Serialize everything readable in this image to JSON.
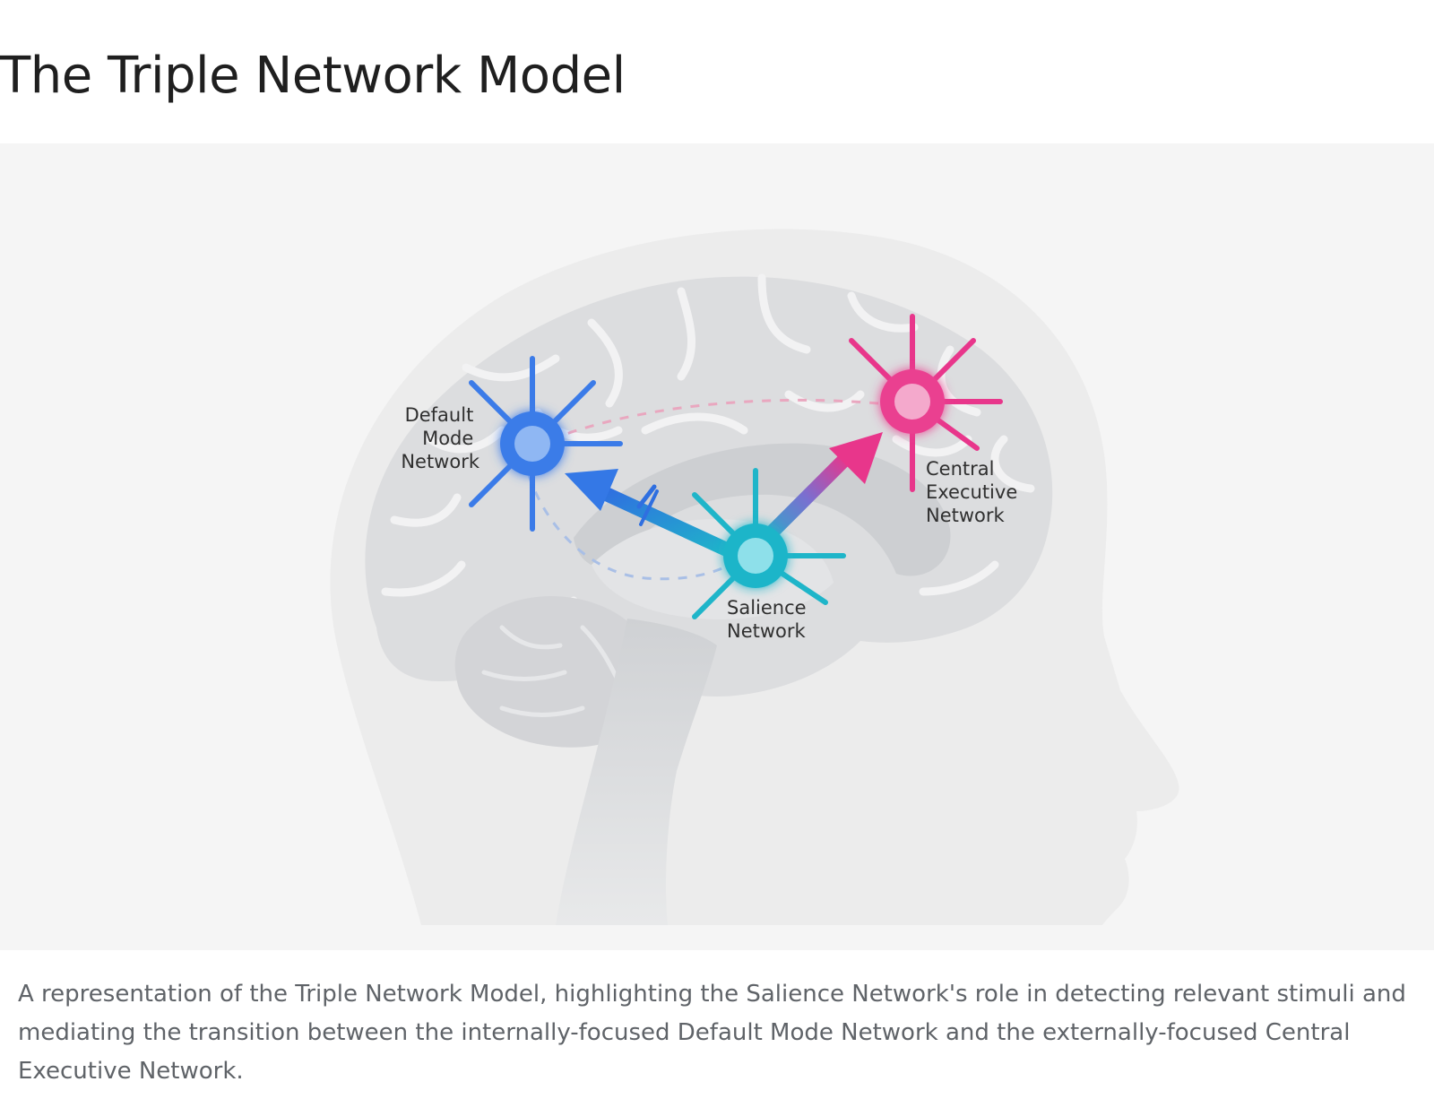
{
  "title": "The Triple Network Model",
  "diagram": {
    "nodes": [
      {
        "id": "dmn",
        "label_lines": [
          "Default",
          "Mode",
          "Network"
        ],
        "color": "#2f6fe0",
        "icon": "neuron-icon"
      },
      {
        "id": "cen",
        "label_lines": [
          "Central",
          "Executive",
          "Network"
        ],
        "color": "#e8368b",
        "icon": "neuron-icon"
      },
      {
        "id": "sn",
        "label_lines": [
          "Salience",
          "Network"
        ],
        "color": "#1fb5c9",
        "icon": "neuron-icon"
      }
    ],
    "background_icon": "head-brain-icon"
  },
  "caption": "A representation of the Triple Network Model, highlighting the Salience Network's role in detecting relevant stimuli and mediating the transition between the internally-focused Default Mode Network and the externally-focused Central Executive Network."
}
